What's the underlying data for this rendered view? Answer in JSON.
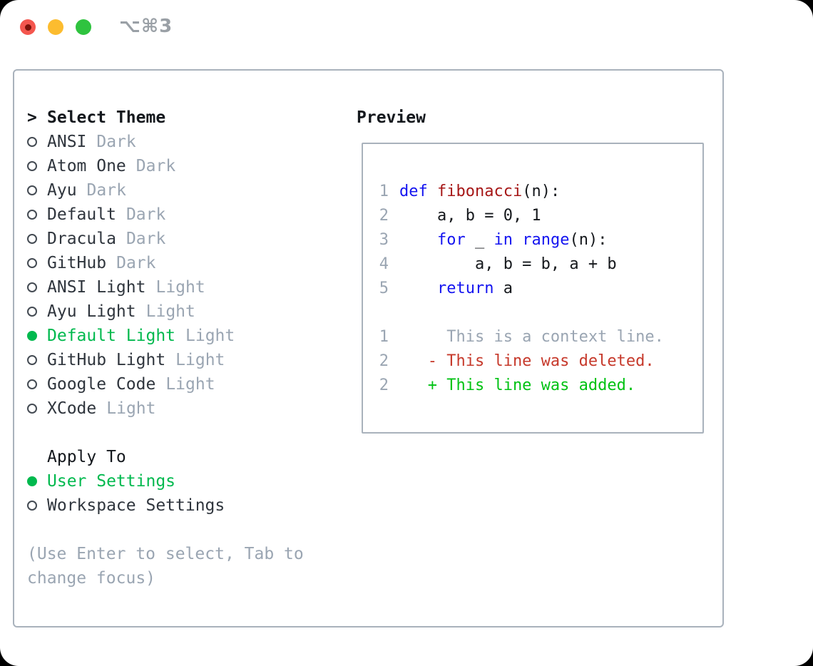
{
  "titlebar": {
    "shortcut": "⌥⌘3"
  },
  "picker": {
    "prompt": ">",
    "title": "Select Theme",
    "themes": [
      {
        "label": "ANSI",
        "tag": "Dark",
        "selected": false
      },
      {
        "label": "Atom One",
        "tag": "Dark",
        "selected": false
      },
      {
        "label": "Ayu",
        "tag": "Dark",
        "selected": false
      },
      {
        "label": "Default",
        "tag": "Dark",
        "selected": false
      },
      {
        "label": "Dracula",
        "tag": "Dark",
        "selected": false
      },
      {
        "label": "GitHub",
        "tag": "Dark",
        "selected": false
      },
      {
        "label": "ANSI Light",
        "tag": "Light",
        "selected": false
      },
      {
        "label": "Ayu Light",
        "tag": "Light",
        "selected": false
      },
      {
        "label": "Default Light",
        "tag": "Light",
        "selected": true
      },
      {
        "label": "GitHub Light",
        "tag": "Light",
        "selected": false
      },
      {
        "label": "Google Code",
        "tag": "Light",
        "selected": false
      },
      {
        "label": "XCode",
        "tag": "Light",
        "selected": false
      }
    ],
    "apply_to": {
      "title": "Apply To",
      "options": [
        {
          "label": "User Settings",
          "selected": true
        },
        {
          "label": "Workspace Settings",
          "selected": false
        }
      ]
    },
    "hint": [
      "(Use Enter to select, Tab to",
      "change focus)"
    ]
  },
  "preview": {
    "title": "Preview",
    "lines": [
      {
        "num": "1",
        "segs": [
          {
            "t": "def",
            "c": "kw"
          },
          {
            "t": " ",
            "c": "plain"
          },
          {
            "t": "fibonacci",
            "c": "fn"
          },
          {
            "t": "(n):",
            "c": "plain"
          }
        ]
      },
      {
        "num": "2",
        "segs": [
          {
            "t": "    a, b = 0, 1",
            "c": "plain"
          }
        ]
      },
      {
        "num": "3",
        "segs": [
          {
            "t": "    ",
            "c": "plain"
          },
          {
            "t": "for",
            "c": "kw"
          },
          {
            "t": " _ ",
            "c": "plain"
          },
          {
            "t": "in",
            "c": "kw"
          },
          {
            "t": " ",
            "c": "plain"
          },
          {
            "t": "range",
            "c": "kw"
          },
          {
            "t": "(n):",
            "c": "plain"
          }
        ]
      },
      {
        "num": "4",
        "segs": [
          {
            "t": "        a, b = b, a + b",
            "c": "plain"
          }
        ]
      },
      {
        "num": "5",
        "segs": [
          {
            "t": "    ",
            "c": "plain"
          },
          {
            "t": "return",
            "c": "kw"
          },
          {
            "t": " a",
            "c": "plain"
          }
        ]
      },
      {
        "num": "",
        "segs": []
      },
      {
        "num": "1",
        "segs": [
          {
            "t": "     This is a context line.",
            "c": "ctx"
          }
        ]
      },
      {
        "num": "2",
        "segs": [
          {
            "t": "   - This line was deleted.",
            "c": "del"
          }
        ]
      },
      {
        "num": "2",
        "segs": [
          {
            "t": "   + This line was added.",
            "c": "add"
          }
        ]
      }
    ]
  },
  "colors": {
    "keyword": "#1414f0",
    "function": "#a61717",
    "code": "#15181c",
    "muted": "#9aa5b2",
    "label": "#2f353d",
    "heading": "#14181d",
    "selected_green": "#00b94e",
    "added_green": "#00c213",
    "deleted_red": "#c6392b",
    "border": "#a9b2bc",
    "tl_red": "#f4564e",
    "tl_red_dot": "#7c120a",
    "tl_yellow": "#fcbc2f",
    "tl_green": "#2fc33f",
    "shortcut_gray": "#9aa0a6"
  }
}
